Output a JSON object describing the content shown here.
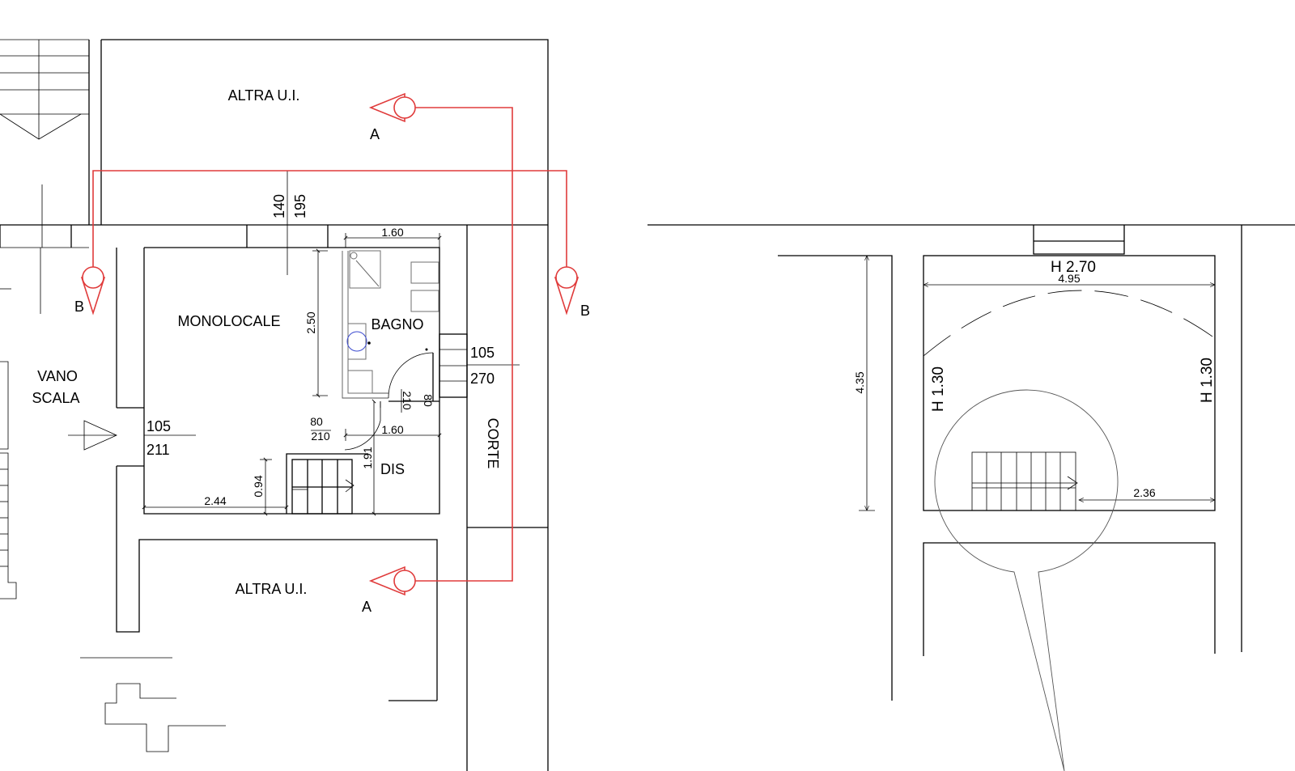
{
  "labels": {
    "altra_ui_top": "ALTRA U.I.",
    "altra_ui_bottom": "ALTRA U.I.",
    "monolocale": "MONOLOCALE",
    "bagno": "BAGNO",
    "dis": "DIS",
    "corte": "CORTE",
    "vano": "VANO",
    "scala": "SCALA"
  },
  "section_markers": {
    "a_top": "A",
    "a_bottom": "A",
    "b_left": "B",
    "b_right": "B"
  },
  "openings": {
    "window_top_w": "140",
    "window_top_h": "195",
    "door_right_w": "105",
    "door_right_h": "270",
    "door_left_w": "105",
    "door_left_h": "211",
    "door_bath_w": "80",
    "door_bath_h": "210",
    "door_dis_w": "80",
    "door_dis_h": "210"
  },
  "dimensions": {
    "bath_width": "1.60",
    "bath_height": "2.50",
    "dis_width": "1.60",
    "dis_height": "1.91",
    "room_width": "2.44",
    "stair_depth": "0.94"
  },
  "detail": {
    "h_center": "H 2.70",
    "width": "4.95",
    "h_left": "H 1.30",
    "h_right": "H 1.30",
    "depth": "4.35",
    "stair_dist": "2.36"
  }
}
